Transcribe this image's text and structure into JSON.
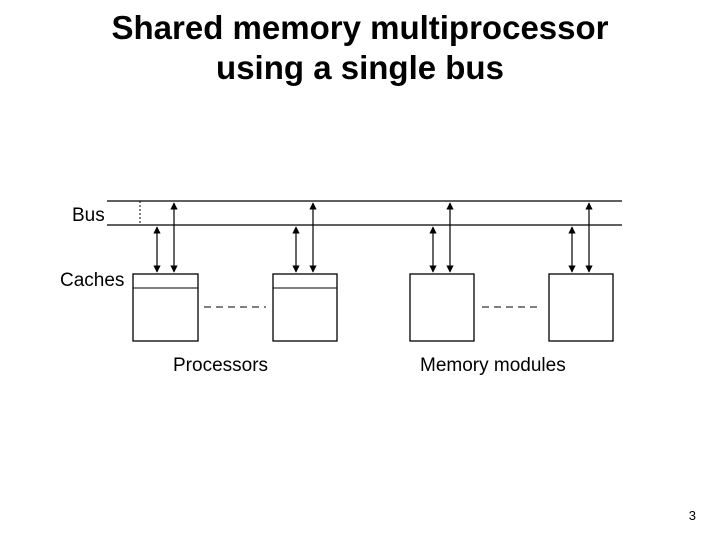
{
  "slide": {
    "title_line1": "Shared memory multiprocessor",
    "title_line2": "using a single bus",
    "page_number": "3"
  },
  "diagram": {
    "bus_label": "Bus",
    "caches_label": "Caches",
    "processors_label": "Processors",
    "memory_label": "Memory modules",
    "processor_count_shown": 2,
    "memory_module_count_shown": 2
  }
}
